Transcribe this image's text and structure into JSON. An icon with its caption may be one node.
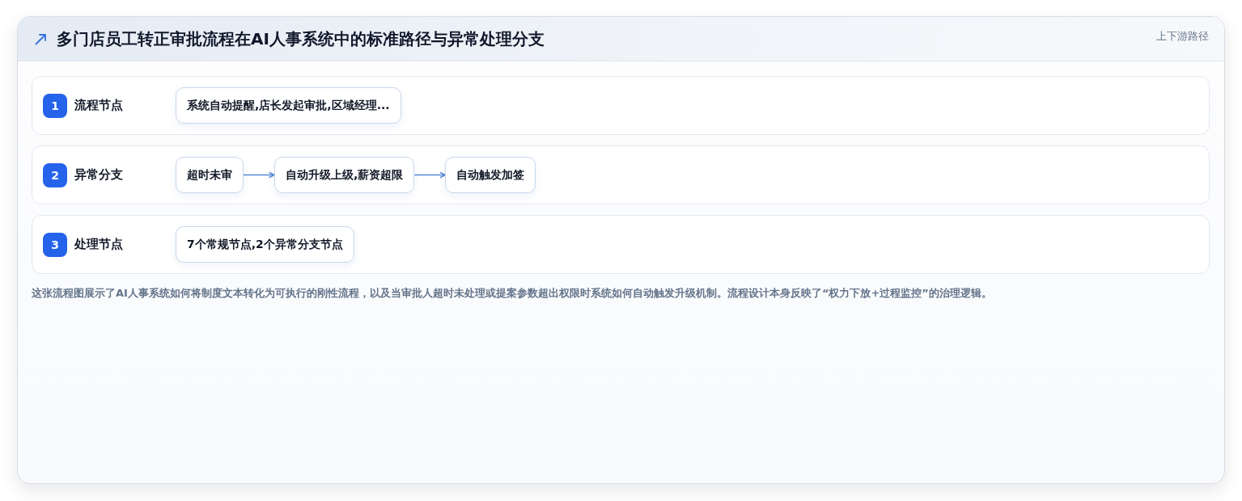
{
  "diagram": {
    "title": "多门店员工转正审批流程在AI人事系统中的标准路径与异常处理分支",
    "caption": "这张流程图展示了AI人事系统如何将制度文本转化为可执行的刚性流程，以及当审批人超时未处理或提案参数超出权限时系统如何自动触发升级机制。流程设计本身反映了“权力下放+过程监控”的治理逻辑。",
    "nodes": [
      {
        "text": [
          "流程节点"
        ]
      },
      {
        "text": [
          "1"
        ],
        "in": 0
      },
      {
        "text": [
          "系统自动提醒,店长发起审批,区域经理..."
        ],
        "in": 0
      },
      {
        "text": [
          "异常分支"
        ]
      },
      {
        "text": [
          "2"
        ],
        "in": 3
      },
      {
        "text": [
          "超时未审"
        ],
        "in": 3
      },
      {
        "text": [
          "自动升级上级,薪资超限"
        ],
        "in": 3
      },
      {
        "text": [
          "自动触发加签"
        ],
        "in": 3
      },
      {
        "text": [
          "处理节点"
        ]
      },
      {
        "text": [
          "3"
        ],
        "in": 8
      },
      {
        "text": [
          "7个常规节点,2个异常分支节点"
        ],
        "in": 8
      }
    ],
    "edges": [
      {
        "from": 5,
        "to": 6,
        "arrow": "to"
      },
      {
        "from": 6,
        "to": 7,
        "arrow": "to"
      }
    ],
    "labels": [
      "上下游路径"
    ]
  }
}
